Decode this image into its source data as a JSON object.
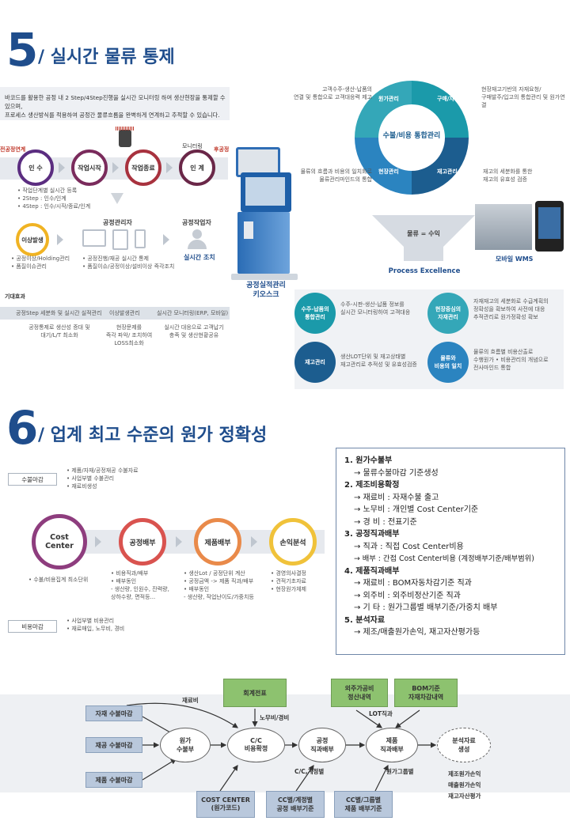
{
  "sec5": {
    "num": "5",
    "title": "/ 실시간 물류 통제",
    "intro1": "바코드를 활용한 공정 내 2 Step/4Step진행을 실시간 모니터링 하여 생산현장을 통제할 수 있으며,",
    "intro2": "프로세스 생산방식를 적용하여 공정간 물류흐름을 완벽하게 연계하고 추적할 수 있습니다.",
    "left_tag": "전공정연계",
    "right_tag": "후공정",
    "monitoring": "모니터링",
    "steps": [
      "인 수",
      "작업시작",
      "작업종료",
      "인 계"
    ],
    "step_notes": [
      "• 작업단계별 실시간 등록",
      "• 2Step : 인수/인계",
      "• 4Step : 인수/시작/종료/인계"
    ],
    "anomaly": "이상발생",
    "anomaly_notes": [
      "• 공정이상/Holding관리",
      "• 품질이슈관리"
    ],
    "manager_title": "공정관리자",
    "manager_notes": [
      "• 공정진행/재공 실시간 통제",
      "• 품질이슈/공정이상/설비이상 즉각조치"
    ],
    "worker_title": "공정작업자",
    "worker_action": "실시간 조치",
    "kiosk1": "공정실적관리",
    "kiosk2": "키오스크",
    "effect_label": "기대효과",
    "effects": [
      "공정Step 세분화 및 실시간 실적관리",
      "이상발생관리",
      "실시간 모니터링(ERP, 모바일)"
    ],
    "effect_notes": [
      [
        "공정통제로 생산성 증대 및",
        "대기/L/T 최소화"
      ],
      [
        "현장문제를",
        "즉각 파악/ 조치하여",
        "LOSS최소화"
      ],
      [
        "실시간 대응으로 고객납기",
        "충족 및 생산현황공유"
      ]
    ],
    "ring_center": "수불/비용 통합관리",
    "ring_segments": [
      "현장관리",
      "구매/자재관리",
      "재고관리",
      "원가관리"
    ],
    "ring_notes": [
      [
        "고객수주-생산-납품의",
        "연결 및 통합으로 고객대응력 제고"
      ],
      [
        "현장재고기반의 자재요청/",
        "구매발주/입고의 통합관리 및 원가연결"
      ],
      [
        "물류의 흐름과 비용의 일치화로",
        "물류관리마인드의 통합"
      ],
      [
        "재고의 세분화를 통한",
        "재고의 유효성 검증"
      ]
    ],
    "funnel": "물류 = 수익",
    "process_excellence": "Process Excellence",
    "mobile_wms": "모바일 WMS",
    "pe_items": [
      {
        "label": "수주-납품의\n통합관리",
        "note": [
          "수주-시판-생산-납품 정보를",
          "실시간 모니터링하여 고객대응"
        ]
      },
      {
        "label": "현장중심의\n자재관리",
        "note": [
          "자재재고의 세분화로 수급계획의",
          "정확성을 확보하여 사전에 대응",
          "추적관리로 원가정확성 확보"
        ]
      },
      {
        "label": "재고관리",
        "note": [
          "생산LOT단위 및 재고상태별",
          "재고관리로 추적성 및 유효성검증"
        ]
      },
      {
        "label": "물류와\n비용의 일치",
        "note": [
          "물류의 흐름별 비용산출로",
          "수행원가 • 비용관리의 개념으로",
          "전사마인드 통합"
        ]
      }
    ]
  },
  "sec6": {
    "num": "6",
    "title": "/ 업계 최고 수준의 원가 정확성",
    "top_tag": "수불마감",
    "top_notes": [
      "• 제품/자재/공정재공 수불자료",
      "• 사업부별 수불관리",
      "• 재료비생성"
    ],
    "bottom_tag": "비용마감",
    "bottom_notes": [
      "• 사업부별 비용관리",
      "• 재료매입, 노무비, 경비"
    ],
    "cost_center": "Cost Center",
    "cost_center_note": "• 수불/비용집계 최소단위",
    "flows": [
      "공정배부",
      "제품배부",
      "손익분석"
    ],
    "flow_notes": [
      [
        "• 비용직과/배부",
        "• 배부동인",
        "  - 생산량, 인원수, 잔력량,",
        "    상하수량, 면적등..."
      ],
      [
        "• 생산Lot / 공정단위 계산",
        "• 공정금액 -> 제품 직과/배부",
        "• 배부동인",
        "  - 생산량, 작업난이도/가중치등"
      ],
      [
        "• 경영의사결정",
        "• 견적기초자료",
        "• 현장원가체제"
      ]
    ],
    "list": [
      {
        "h": "1. 원가수불부",
        "items": [
          "→ 물류수불마감 기준생성"
        ]
      },
      {
        "h": "2. 제조비용확정",
        "items": [
          "→ 재료비 : 자재수불 출고",
          "→ 노무비 : 개인별 Cost Center기준",
          "→ 경    비 : 전표기준"
        ]
      },
      {
        "h": "3. 공정직과배부",
        "items": [
          "→ 직과 : 직접 Cost Center비용",
          "→ 배부 : 간접 Cost Center비용 (계정배부기준/배부범위)"
        ]
      },
      {
        "h": "4. 제품직과배부",
        "items": [
          "→ 재료비 : BOM자동차감기준 직과",
          "→ 외주비 : 외주비정산기준 직과",
          "→ 기    타 : 원가그룹별 배부기준/가중치 배부"
        ]
      },
      {
        "h": "5. 분석자료",
        "items": [
          "→ 제조/매출원가손익, 재고자산평가등"
        ]
      }
    ],
    "flow_diagram": {
      "inputs": [
        "자재 수불마감",
        "재공 수불마감",
        "제품 수불마감"
      ],
      "nodes": [
        "원가\n수불부",
        "C/C\n비용확정",
        "공정\n직과배부",
        "제품\n직과배부",
        "분석자료\n생성"
      ],
      "green": [
        "회계전표",
        "외주가공비\n정산내역",
        "BOM기준\n자재차감내역"
      ],
      "bottom": [
        "COST CENTER\n(원가코드)",
        "CC별/계정별\n공정 배부기준",
        "CC별/그룹별\n제품 배부기준"
      ],
      "labels": [
        "재료비",
        "노무비/경비",
        "LOT직과",
        "C/C,계정별",
        "원가그룹별"
      ],
      "outputs": [
        "제조원가손익",
        "매출원가손익",
        "재고자산평가"
      ]
    }
  }
}
